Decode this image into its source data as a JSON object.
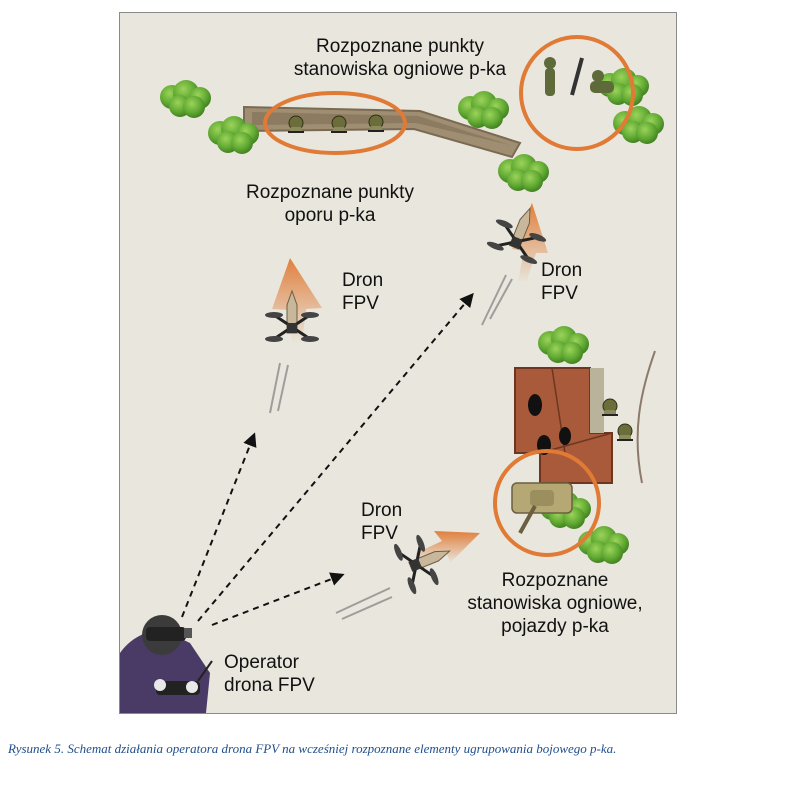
{
  "labels": {
    "top_fire_points": [
      "Rozpoznane punkty",
      "stanowiska ogniowe p-ka"
    ],
    "resistance_points": [
      "Rozpoznane punkty",
      "oporu p-ka"
    ],
    "drone_upper_left": [
      "Dron",
      "FPV"
    ],
    "drone_upper_right": [
      "Dron",
      "FPV"
    ],
    "drone_lower": [
      "Dron",
      "FPV"
    ],
    "fire_positions_vehicles": [
      "Rozpoznane",
      "stanowiska ogniowe,",
      "pojazdy p-ka"
    ],
    "operator": [
      "Operator",
      "drona FPV"
    ]
  },
  "caption": "Rysunek 5. Schemat działania operatora drona FPV na wcześniej rozpoznane elementy ugrupowania bojowego p-ka.",
  "colors": {
    "background": "#e8e6dd",
    "target_ring": "#e07a35",
    "trench": "#a08e72",
    "bush": "#5fa832",
    "roof": "#a85a3a",
    "caption": "#1f4e8c"
  },
  "icons": {
    "operator": "operator-fpv-goggles-icon",
    "drone": "fpv-drone-icon",
    "soldier": "soldier-icon",
    "tank": "tank-icon",
    "house": "house-roof-icon",
    "bush": "bush-icon"
  }
}
